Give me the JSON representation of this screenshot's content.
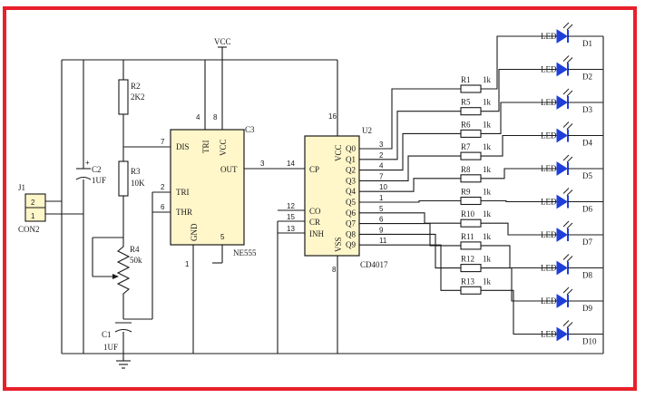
{
  "colors": {
    "frame": "#e8202a",
    "wire": "#1a1a1a",
    "led": "#1f3fd8",
    "chip_fill": "#fff6c9"
  },
  "components": {
    "vcc": "VCC",
    "j1": {
      "ref": "J1",
      "part": "CON2",
      "pin_top": "2",
      "pin_bot": "1"
    },
    "c2": {
      "ref": "C2",
      "value": "1UF",
      "polarity": "+"
    },
    "r2": {
      "ref": "R2",
      "value": "2K2"
    },
    "r3": {
      "ref": "R3",
      "value": "10K"
    },
    "r4": {
      "ref": "R4",
      "value": "50k"
    },
    "c1": {
      "ref": "C1",
      "value": "1UF"
    },
    "u1": {
      "ref": "C3",
      "part": "NE555",
      "pins_left": [
        {
          "num": "7",
          "name": "DIS"
        },
        {
          "num": "2",
          "name": "TRI"
        },
        {
          "num": "6",
          "name": "THR"
        }
      ],
      "pins_top": [
        {
          "num": "4",
          "name": "TRI"
        },
        {
          "num": "8",
          "name": "VCC"
        }
      ],
      "pin_out": {
        "num": "3",
        "name": "OUT"
      },
      "pin_gnd": {
        "num": "1",
        "name": "GND"
      },
      "pin_5": "5"
    },
    "u2": {
      "ref": "U2",
      "part": "CD4017",
      "pin_cp": {
        "num": "14",
        "name": "CP"
      },
      "pins_ctrl": [
        {
          "num": "12",
          "name": "CO"
        },
        {
          "num": "15",
          "name": "CR"
        },
        {
          "num": "13",
          "name": "INH"
        }
      ],
      "pin_vcc": {
        "num": "16",
        "name": "VCC"
      },
      "pin_vss": {
        "num": "8",
        "name": "VSS"
      },
      "outputs": [
        {
          "name": "Q0",
          "pin": "3"
        },
        {
          "name": "Q1",
          "pin": "2"
        },
        {
          "name": "Q2",
          "pin": "4"
        },
        {
          "name": "Q3",
          "pin": "7"
        },
        {
          "name": "Q4",
          "pin": "10"
        },
        {
          "name": "Q5",
          "pin": "1"
        },
        {
          "name": "Q6",
          "pin": "5"
        },
        {
          "name": "Q7",
          "pin": "6"
        },
        {
          "name": "Q8",
          "pin": "9"
        },
        {
          "name": "Q9",
          "pin": "11"
        }
      ]
    },
    "resistors": [
      {
        "ref": "R1",
        "value": "1k"
      },
      {
        "ref": "R5",
        "value": "1k"
      },
      {
        "ref": "R6",
        "value": "1k"
      },
      {
        "ref": "R7",
        "value": "1k"
      },
      {
        "ref": "R8",
        "value": "1k"
      },
      {
        "ref": "R9",
        "value": "1k"
      },
      {
        "ref": "R10",
        "value": "1k"
      },
      {
        "ref": "R11",
        "value": "1k"
      },
      {
        "ref": "R12",
        "value": "1k"
      },
      {
        "ref": "R13",
        "value": "1k"
      }
    ],
    "leds": [
      {
        "label": "LED",
        "ref": "D1"
      },
      {
        "label": "LED",
        "ref": "D2"
      },
      {
        "label": "LED",
        "ref": "D3"
      },
      {
        "label": "LED",
        "ref": "D4"
      },
      {
        "label": "LED",
        "ref": "D5"
      },
      {
        "label": "LED",
        "ref": "D6"
      },
      {
        "label": "LED",
        "ref": "D7"
      },
      {
        "label": "LED",
        "ref": "D8"
      },
      {
        "label": "LED",
        "ref": "D9"
      },
      {
        "label": "LED",
        "ref": "D10"
      }
    ]
  }
}
